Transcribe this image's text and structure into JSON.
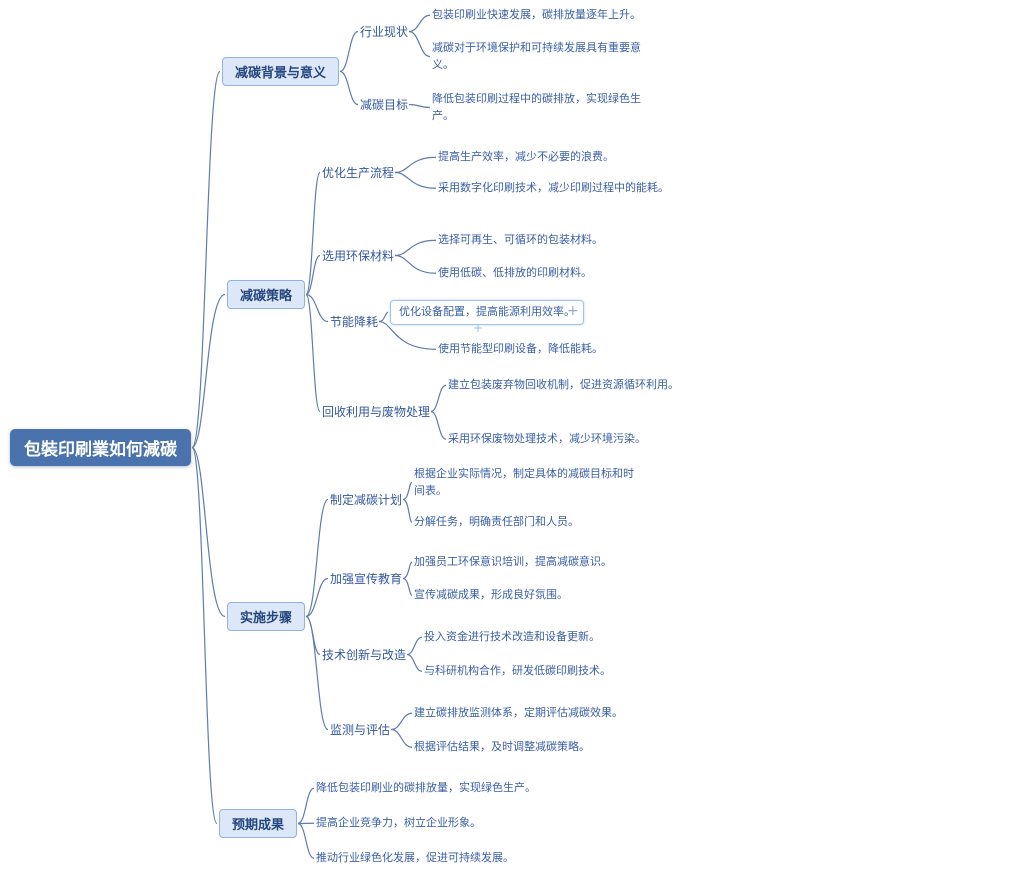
{
  "theme": {
    "line_color": "#5f7cab",
    "root_bg": "#4a72ad",
    "branch_bg": "#dce8f7",
    "branch_border": "#8fb2e0",
    "leaf_text": "#3a5fa5",
    "selected_border": "#9cc5ee"
  },
  "controls": {
    "add_child": "+",
    "add_sibling": "+"
  },
  "nodes": {
    "root": "包裝印刷業如何減碳",
    "b1": "减碳背景与意义",
    "b1s1": "行业现状",
    "b1s1l1": "包装印刷业快速发展，碳排放量逐年上升。",
    "b1s1l2": "减碳对于环境保护和可持续发展具有重要意义。",
    "b1s2": "减碳目标",
    "b1s2l1": "降低包装印刷过程中的碳排放，实现绿色生产。",
    "b2": "减碳策略",
    "b2s1": "优化生产流程",
    "b2s1l1": "提高生产效率，减少不必要的浪费。",
    "b2s1l2": "采用数字化印刷技术，减少印刷过程中的能耗。",
    "b2s2": "选用环保材料",
    "b2s2l1": "选择可再生、可循环的包装材料。",
    "b2s2l2": "使用低碳、低排放的印刷材料。",
    "b2s3": "节能降耗",
    "b2s3l1": "优化设备配置，提高能源利用效率。",
    "b2s3l2": "使用节能型印刷设备，降低能耗。",
    "b2s4": "回收利用与废物处理",
    "b2s4l1": "建立包装废弃物回收机制，促进资源循环利用。",
    "b2s4l2": "采用环保废物处理技术，减少环境污染。",
    "b3": "实施步骤",
    "b3s1": "制定减碳计划",
    "b3s1l1": "根据企业实际情况，制定具体的减碳目标和时间表。",
    "b3s1l2": "分解任务，明确责任部门和人员。",
    "b3s2": "加强宣传教育",
    "b3s2l1": "加强员工环保意识培训，提高减碳意识。",
    "b3s2l2": "宣传减碳成果，形成良好氛围。",
    "b3s3": "技术创新与改造",
    "b3s3l1": "投入资金进行技术改造和设备更新。",
    "b3s3l2": "与科研机构合作，研发低碳印刷技术。",
    "b3s4": "监测与评估",
    "b3s4l1": "建立碳排放监测体系，定期评估减碳效果。",
    "b3s4l2": "根据评估结果，及时调整减碳策略。",
    "b4": "预期成果",
    "b4l1": "降低包装印刷业的碳排放量，实现绿色生产。",
    "b4l2": "提高企业竞争力，树立企业形象。",
    "b4l3": "推动行业绿色化发展，促进可持续发展。"
  }
}
